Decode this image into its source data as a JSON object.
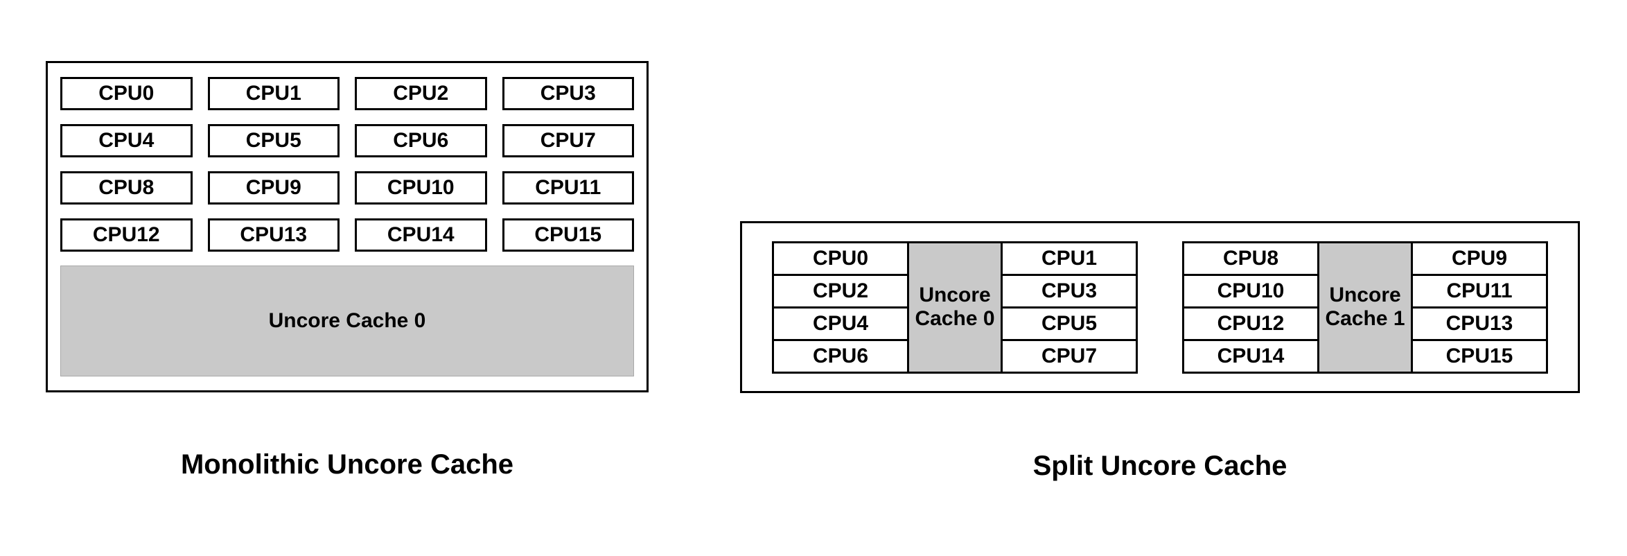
{
  "monolithic": {
    "caption": "Monolithic Uncore Cache",
    "cpus": [
      "CPU0",
      "CPU1",
      "CPU2",
      "CPU3",
      "CPU4",
      "CPU5",
      "CPU6",
      "CPU7",
      "CPU8",
      "CPU9",
      "CPU10",
      "CPU11",
      "CPU12",
      "CPU13",
      "CPU14",
      "CPU15"
    ],
    "cache_label": "Uncore Cache 0"
  },
  "split": {
    "caption": "Split Uncore Cache",
    "groups": [
      {
        "left_cpus": [
          "CPU0",
          "CPU2",
          "CPU4",
          "CPU6"
        ],
        "cache_label": "Uncore Cache 0",
        "right_cpus": [
          "CPU1",
          "CPU3",
          "CPU5",
          "CPU7"
        ]
      },
      {
        "left_cpus": [
          "CPU8",
          "CPU10",
          "CPU12",
          "CPU14"
        ],
        "cache_label": "Uncore Cache 1",
        "right_cpus": [
          "CPU9",
          "CPU11",
          "CPU13",
          "CPU15"
        ]
      }
    ]
  },
  "colors": {
    "cache_fill": "#c9c9c9",
    "border": "#000000",
    "background": "#ffffff",
    "text": "#000000"
  }
}
